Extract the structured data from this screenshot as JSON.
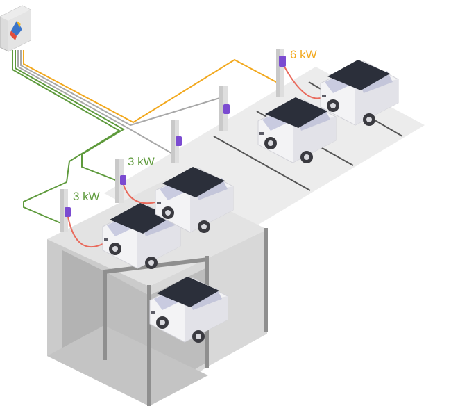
{
  "labels": {
    "charger_left": "3 kW",
    "charger_middle": "3 kW",
    "charger_right": "6 kW"
  },
  "colors": {
    "green_line": "#5e9a3c",
    "orange_line": "#f2a81d",
    "gray_line": "#a8a8a8",
    "cable_red": "#e96a5c",
    "charger_purple": "#7b4bd1",
    "floor_light": "#e8e8e8",
    "floor_top": "#ededed",
    "wall": "#cfcfcf",
    "pillar": "#9a9a9a",
    "car_roof": "#2b2f3a",
    "car_body": "#f3f3f5"
  },
  "icons": [
    "electrical-panel-icon",
    "charging-station-icon",
    "electric-car-icon"
  ]
}
